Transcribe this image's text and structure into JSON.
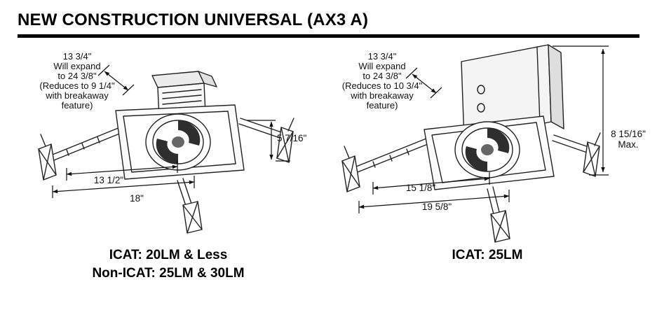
{
  "page": {
    "title": "NEW CONSTRUCTION UNIVERSAL (AX3 A)"
  },
  "figures": {
    "left": {
      "note_lines": [
        "13 3/4\"",
        "Will expand",
        "to 24 3/8\"",
        "(Reduces to 9 1/4\"",
        "with breakaway",
        "feature)"
      ],
      "dims": {
        "height": "5 7/16\"",
        "inner_width": "13 1/2\"",
        "outer_width": "18\""
      },
      "caption_lines": [
        "ICAT: 20LM & Less",
        "Non-ICAT: 25LM & 30LM"
      ]
    },
    "right": {
      "note_lines": [
        "13 3/4\"",
        "Will expand",
        "to 24 3/8\"",
        "(Reduces to 10 3/4\"",
        "with breakaway",
        "feature)"
      ],
      "dims": {
        "height": "8 15/16\"",
        "height_note": "Max.",
        "inner_width": "15 1/8\"",
        "outer_width": "19 5/8\""
      },
      "caption_lines": [
        "ICAT: 25LM"
      ]
    }
  }
}
